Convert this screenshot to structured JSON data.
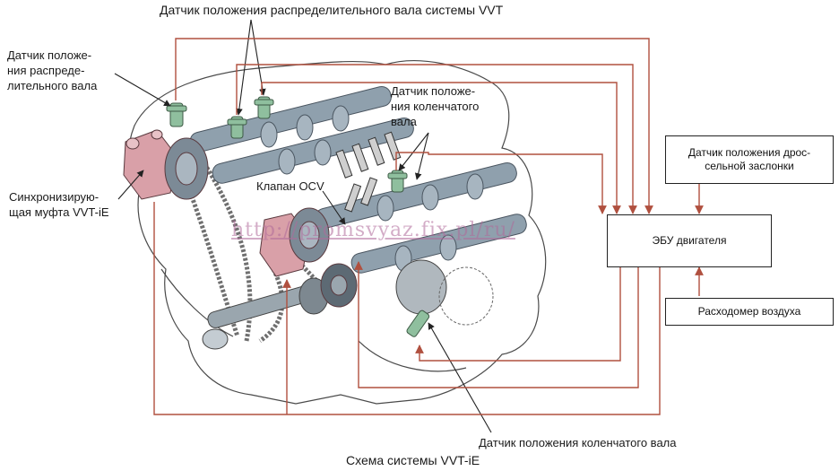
{
  "labels": {
    "vvt_cam_sensor": "Датчик положения распределительного вала системы VVT",
    "cam_sensor": [
      "Датчик положе-",
      "ния распреде-",
      "лительного вала"
    ],
    "crank_sensor_top": [
      "Датчик положе-",
      "ния коленчатого",
      "вала"
    ],
    "vvt_ie_coupling": [
      "Синхронизирую-",
      "щая муфта VVT-iE"
    ],
    "ocv_valve": "Клапан OCV",
    "crank_sensor_bottom": "Датчик положения коленчатого вала",
    "caption": "Схема системы VVT-iE"
  },
  "boxes": {
    "throttle_sensor": [
      "Датчик положения дрос-",
      "сельной заслонки"
    ],
    "ecu": "ЭБУ двигателя",
    "air_flow_meter": "Расходомер воздуха"
  },
  "watermark": "http://promsvyaz.fix.pl/ru/",
  "colors": {
    "signal_line": "#b0503f",
    "leader_line": "#222222",
    "engine_line": "#4a4a4a",
    "camshaft": "#8fa0ad",
    "vvt_unit": "#d9a0a8",
    "sensor": "#8fbf9e"
  }
}
